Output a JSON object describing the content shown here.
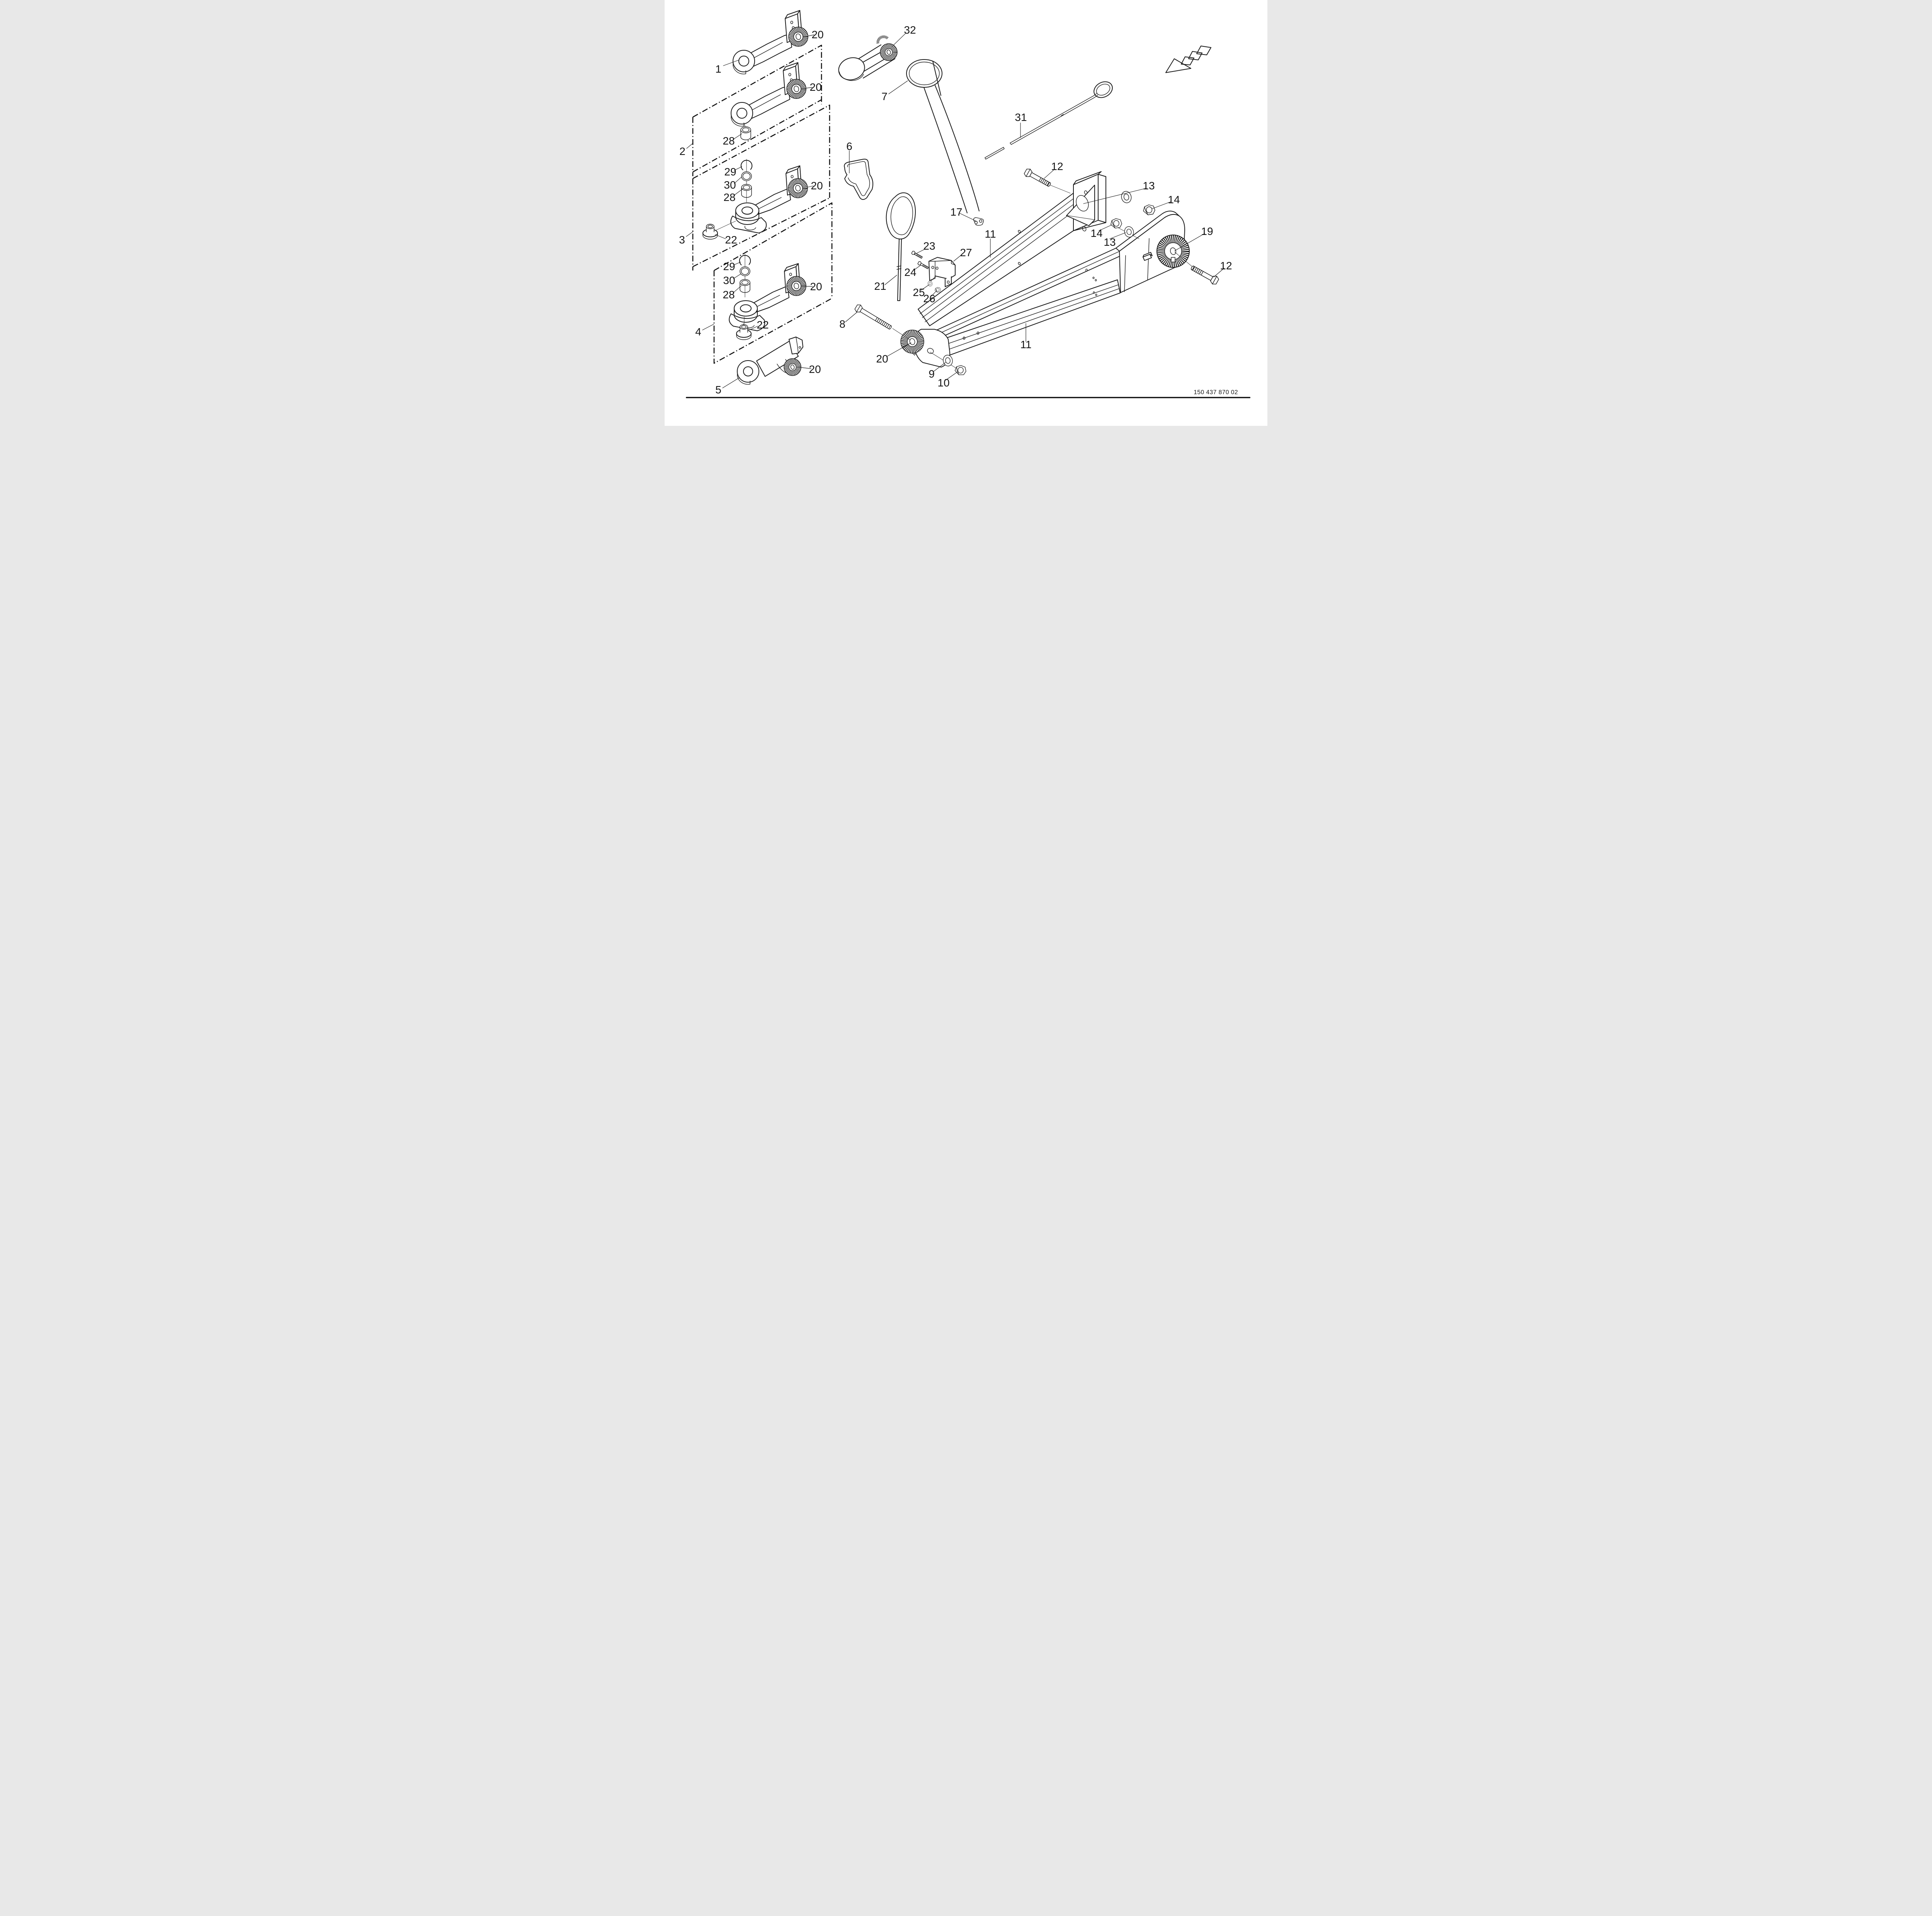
{
  "colors": {
    "ink": "#1b1b1b",
    "paper": "#ffffff"
  },
  "drawing_number": "150 437 870 02",
  "icons": {
    "direction_arrow": "triangle-with-three-dashes"
  },
  "callouts": {
    "n1": "1",
    "n2": "2",
    "n3": "3",
    "n4": "4",
    "n5": "5",
    "n6": "6",
    "n7": "7",
    "n8": "8",
    "n9": "9",
    "n10": "10",
    "n11": "11",
    "n12": "12",
    "n13": "13",
    "n14": "14",
    "n17": "17",
    "n19": "19",
    "n20": "20",
    "n21": "21",
    "n22": "22",
    "n23": "23",
    "n24": "24",
    "n25": "25",
    "n26": "26",
    "n27": "27",
    "n28": "28",
    "n29": "29",
    "n30": "30",
    "n31": "31",
    "n32": "32"
  }
}
